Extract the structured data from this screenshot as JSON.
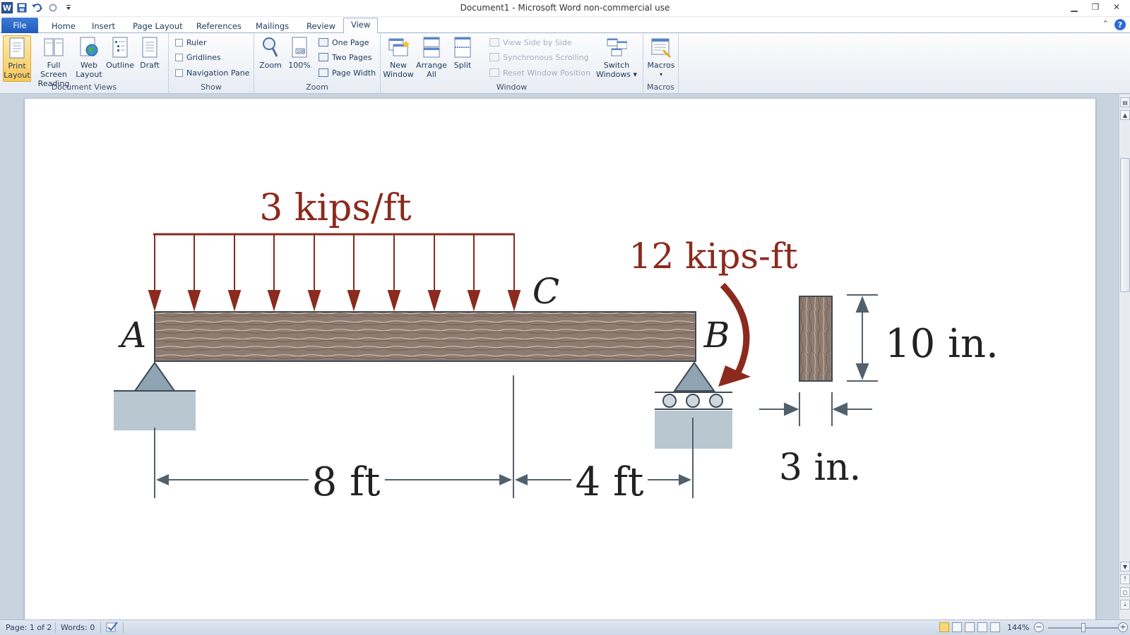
{
  "window": {
    "title": "Document1  -  Microsoft Word non-commercial use",
    "app_logo": "W"
  },
  "tabs": [
    {
      "label": "File"
    },
    {
      "label": "Home"
    },
    {
      "label": "Insert"
    },
    {
      "label": "Page Layout"
    },
    {
      "label": "References"
    },
    {
      "label": "Mailings"
    },
    {
      "label": "Review"
    },
    {
      "label": "View"
    }
  ],
  "active_tab": "View",
  "ribbon": {
    "document_views": {
      "label": "Document Views",
      "print_layout": {
        "line1": "Print",
        "line2": "Layout"
      },
      "full_screen": {
        "line1": "Full Screen",
        "line2": "Reading"
      },
      "web_layout": {
        "line1": "Web",
        "line2": "Layout"
      },
      "outline": "Outline",
      "draft": "Draft"
    },
    "show": {
      "label": "Show",
      "ruler": "Ruler",
      "gridlines": "Gridlines",
      "navigation_pane": "Navigation Pane"
    },
    "zoom": {
      "label": "Zoom",
      "zoom": "Zoom",
      "hundred": "100%",
      "one_page": "One Page",
      "two_pages": "Two Pages",
      "page_width": "Page Width"
    },
    "window": {
      "label": "Window",
      "new_window": {
        "line1": "New",
        "line2": "Window"
      },
      "arrange_all": {
        "line1": "Arrange",
        "line2": "All"
      },
      "split": "Split",
      "view_side": "View Side by Side",
      "sync_scroll": "Synchronous Scrolling",
      "reset_pos": "Reset Window Position",
      "switch_windows": {
        "line1": "Switch",
        "line2": "Windows ▾"
      }
    },
    "macros": {
      "label": "Macros",
      "macros": "Macros",
      "arrow": "▾"
    }
  },
  "figure": {
    "load_label": "3 kips/ft",
    "moment_label": "12 kips-ft",
    "point_a": "A",
    "point_b": "B",
    "point_c": "C",
    "span_ac": "8 ft",
    "span_cb": "4 ft",
    "height_label": "10 in.",
    "width_label": "3 in."
  },
  "statusbar": {
    "page": "Page: 1 of 2",
    "words": "Words: 0",
    "zoom": "144%"
  },
  "colors": {
    "load_color": "#8b2a1e",
    "beam_color": "#8e7b70",
    "file_tab": "#2b5fc7",
    "selected_button": "#f8c85a"
  }
}
